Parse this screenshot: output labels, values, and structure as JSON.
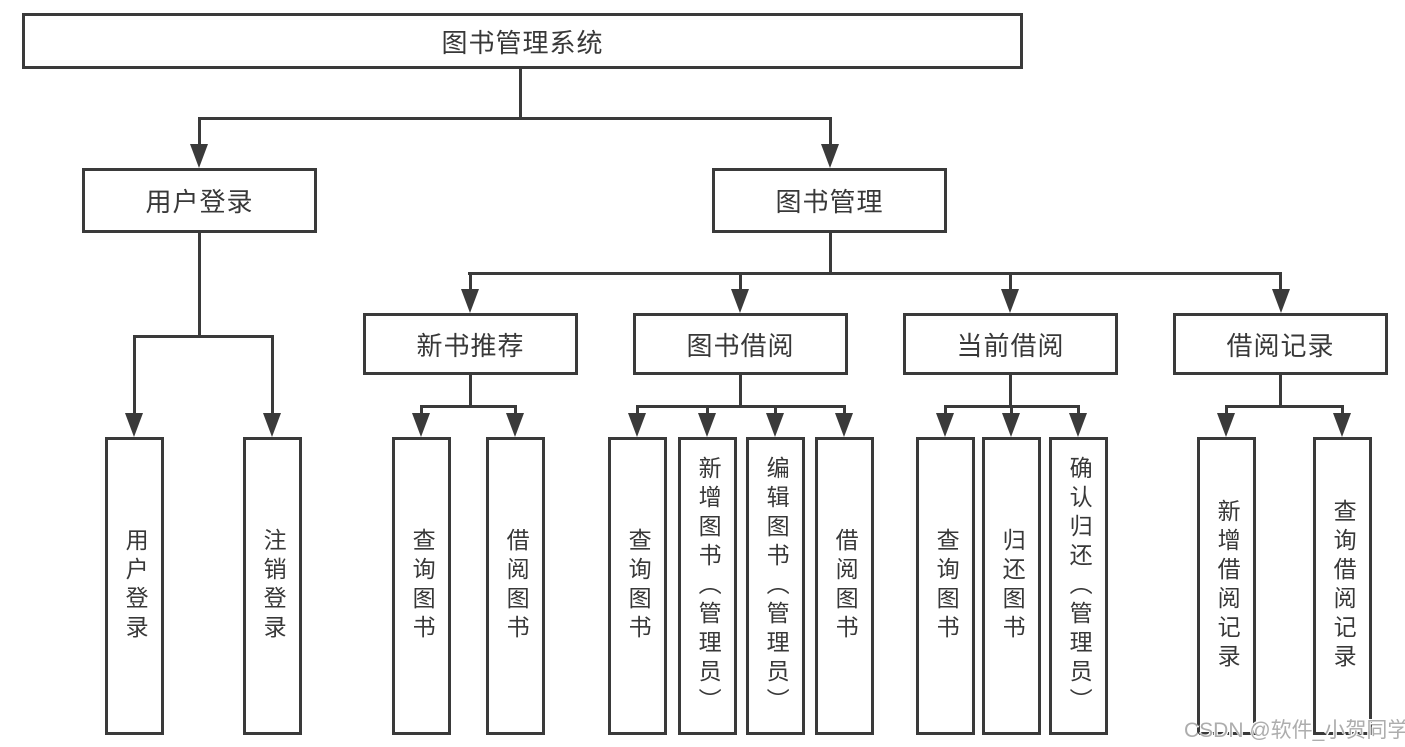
{
  "diagram": {
    "title": "图书管理系统",
    "level2": {
      "user_login": {
        "label": "用户登录",
        "children": [
          "用户登录",
          "注销登录"
        ]
      },
      "book_management": {
        "label": "图书管理",
        "sections": [
          {
            "label": "新书推荐",
            "children": [
              "查询图书",
              "借阅图书"
            ]
          },
          {
            "label": "图书借阅",
            "children": [
              "查询图书",
              "新增图书（管理员）",
              "编辑图书（管理员）",
              "借阅图书"
            ]
          },
          {
            "label": "当前借阅",
            "children": [
              "查询图书",
              "归还图书",
              "确认归还（管理员）"
            ]
          },
          {
            "label": "借阅记录",
            "children": [
              "新增借阅记录",
              "查询借阅记录"
            ]
          }
        ]
      }
    }
  },
  "watermark": "CSDN @软件_小贺同学",
  "colors": {
    "line": "#3a3a3a",
    "text": "#383838",
    "background": "#ffffff",
    "watermark": "#adadad"
  }
}
